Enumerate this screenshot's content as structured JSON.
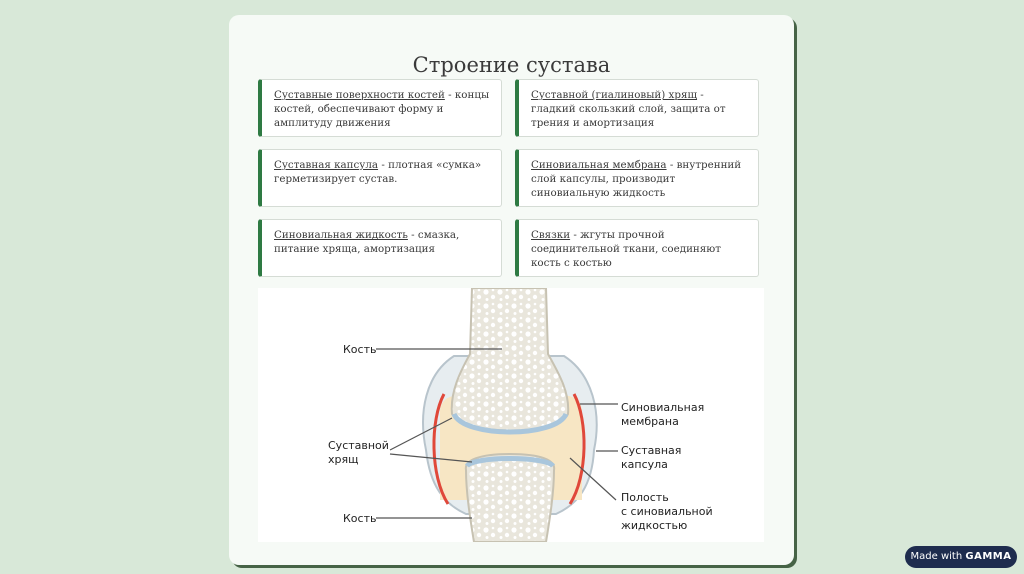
{
  "title": "Строение сустава",
  "cards": [
    {
      "term": "Суставные поверхности костей",
      "text": " - концы костей, обеспечивают форму и амплитуду движения"
    },
    {
      "term": "Суставной (гиалиновый) хрящ",
      "text": " - гладкий скользкий слой, защита от трения и амортизация"
    },
    {
      "term": "Суставная капсула",
      "text": " - плотная «сумка» герметизирует сустав."
    },
    {
      "term": "Синовиальная мембрана",
      "text": " - внутренний слой капсулы, производит синовиальную жидкость"
    },
    {
      "term": "Синовиальная жидкость",
      "text": " -  смазка, питание хряща, амортизация"
    },
    {
      "term": "Связки",
      "text": " - жгуты прочной соединительной ткани, соединяют кость с костью"
    }
  ],
  "diagram": {
    "labels": {
      "bone_top": "Кость",
      "cartilage_1": "Суставной",
      "cartilage_2": "хрящ",
      "bone_bottom": "Кость",
      "membrane_1": "Синовиальная",
      "membrane_2": "мембрана",
      "capsule_1": "Суставная",
      "capsule_2": "капсула",
      "cavity_1": "Полость",
      "cavity_2": "с синовиальной",
      "cavity_3": "жидкостью"
    }
  },
  "badge": {
    "prefix": "Made with",
    "brand": "GAMMA"
  },
  "colors": {
    "accent": "#2e7a43",
    "background": "#d8e8d8",
    "membrane": "#e0483a",
    "cartilage": "#a9c6dc",
    "fluid": "#f7e6c4"
  }
}
